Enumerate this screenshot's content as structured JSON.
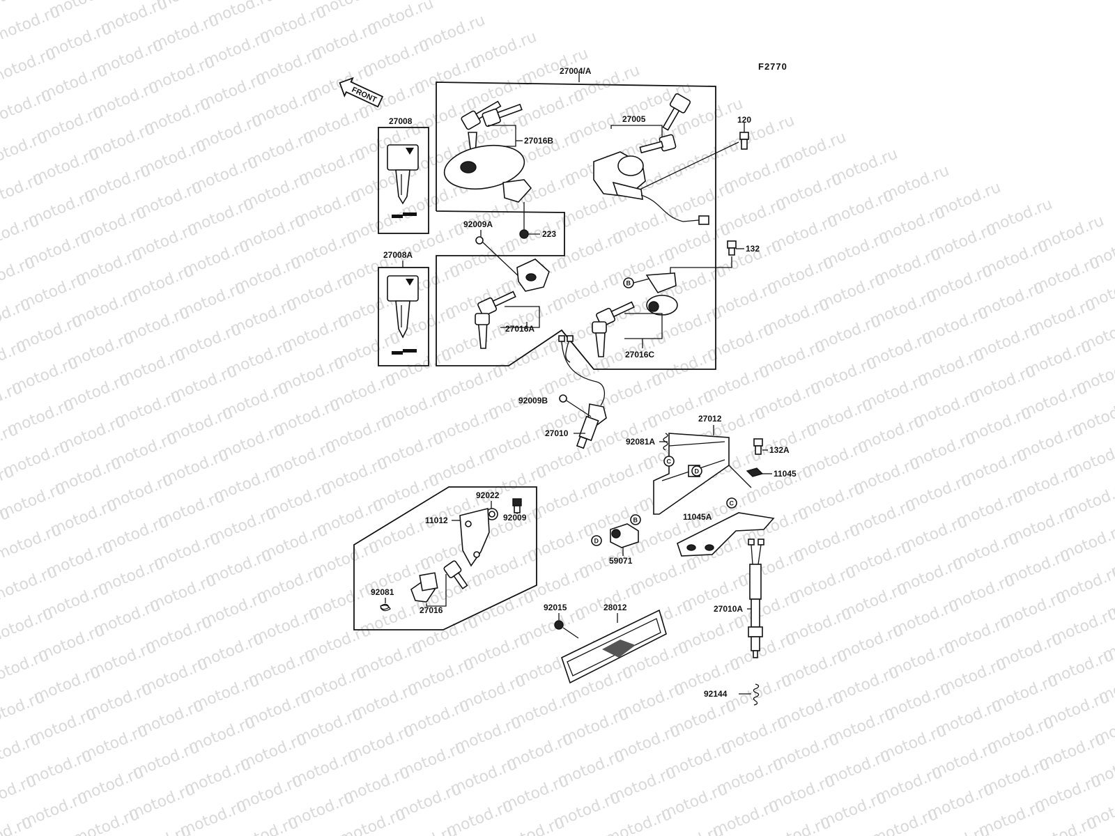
{
  "watermark": "motod.ru",
  "figure_code": "F2770",
  "front_label": "FRONT",
  "parts": {
    "p27004A": "27004/A",
    "p27008": "27008",
    "p27008A": "27008A",
    "p27016B": "27016B",
    "p27005": "27005",
    "p120": "120",
    "p92009A": "92009A",
    "p223": "223",
    "p132": "132",
    "p27016A": "27016A",
    "p27016C": "27016C",
    "p92009B": "92009B",
    "p27010": "27010",
    "p27012": "27012",
    "p92081A": "92081A",
    "p132A": "132A",
    "p11045": "11045",
    "p11045A": "11045A",
    "p92022": "92022",
    "p92009": "92009",
    "p11012": "11012",
    "p59071": "59071",
    "p92081": "92081",
    "p27016": "27016",
    "p92015": "92015",
    "p28012": "28012",
    "p27010A": "27010A",
    "p92144": "92144"
  },
  "callouts": {
    "b": "B",
    "c": "C",
    "d": "D"
  }
}
